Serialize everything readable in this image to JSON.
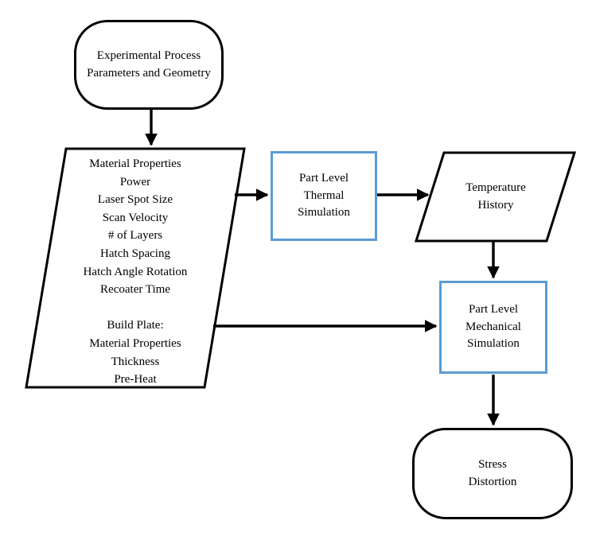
{
  "diagram": {
    "title": "AM process-to-distortion simulation flowchart",
    "colors": {
      "line": "#000000",
      "accent_border": "#5B9BD5",
      "text": "#000000",
      "background": "#ffffff"
    },
    "nodes": {
      "start": {
        "type": "terminator",
        "label": "Experimental Process Parameters and Geometry"
      },
      "process_inputs": {
        "type": "data-parallelogram",
        "lines": [
          "Material Properties",
          "Power",
          "Laser Spot Size",
          "Scan Velocity",
          "# of Layers",
          "Hatch Spacing",
          "Hatch Angle Rotation",
          "Recoater Time",
          "",
          "Build Plate:",
          "Material Properties",
          "Thickness",
          "Pre-Heat"
        ]
      },
      "thermal": {
        "type": "process",
        "label": "Part Level Thermal Simulation"
      },
      "temperature_history": {
        "type": "data-parallelogram",
        "label": "Temperature History"
      },
      "mechanical": {
        "type": "process",
        "label": "Part Level Mechanical Simulation"
      },
      "stress": {
        "type": "terminator",
        "label": "Stress Distortion"
      }
    },
    "edges": [
      "start -> process_inputs",
      "process_inputs -> thermal",
      "thermal -> temperature_history",
      "temperature_history -> mechanical",
      "process_inputs -> mechanical",
      "mechanical -> stress"
    ]
  }
}
